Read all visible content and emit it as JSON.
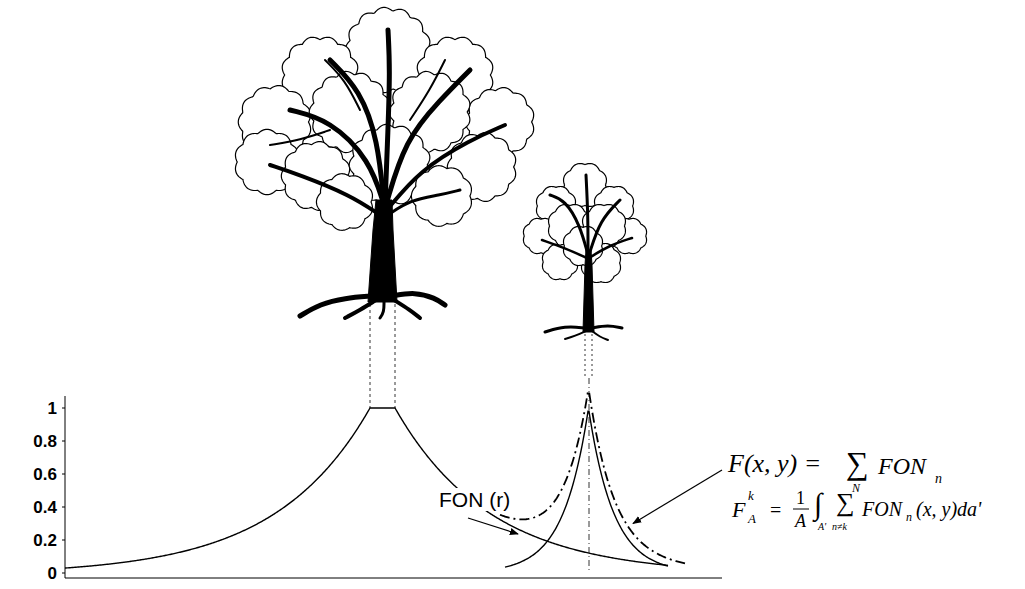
{
  "diagram": {
    "labels": [
      "1",
      "0.8",
      "0.6",
      "0.4",
      "0.2",
      "0",
      "FON (r)",
      "F(x, y) =",
      "∑",
      "N",
      "FON",
      "n",
      "F",
      "k",
      "A",
      "=",
      "1",
      "A",
      "∫",
      "A'",
      "n≠k",
      "∑",
      "FON",
      "n",
      "(x, y)da'"
    ]
  }
}
